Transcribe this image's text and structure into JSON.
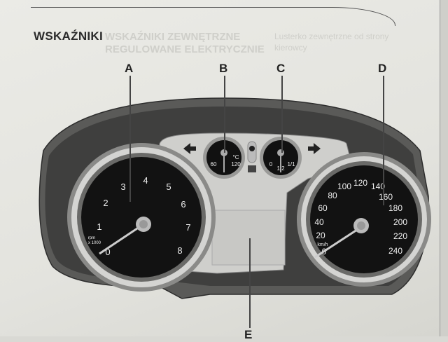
{
  "page": {
    "heading": "WSKAŹNIKI",
    "bleed_text_1": "WSKAŹNIKI ZEWNĘTRZNE",
    "bleed_text_2": "REGULOWANE ELEKTRYCZNIE",
    "bleed_text_3": "Lusterko zewnętrzne od strony",
    "bleed_text_4": "kierowcy"
  },
  "callouts": {
    "A": "A",
    "B": "B",
    "C": "C",
    "D": "D",
    "E": "E"
  },
  "tachometer": {
    "ticks": [
      "0",
      "1",
      "2",
      "3",
      "4",
      "5",
      "6",
      "7",
      "8"
    ],
    "unit_line1": "rpm",
    "unit_line2": "x 1000"
  },
  "temperature_gauge": {
    "low": "60",
    "high": "120",
    "unit": "°C"
  },
  "fuel_gauge": {
    "empty": "0",
    "half": "1/2",
    "full": "1/1"
  },
  "speedometer": {
    "ticks": [
      "0",
      "20",
      "40",
      "60",
      "80",
      "100",
      "120",
      "140",
      "160",
      "180",
      "200",
      "220",
      "240"
    ],
    "unit": "km/h"
  },
  "colors": {
    "dial": "#111111",
    "bezel": "#9a9a9a",
    "housing": "#4a4a4a",
    "page": "#e8e8e3"
  }
}
